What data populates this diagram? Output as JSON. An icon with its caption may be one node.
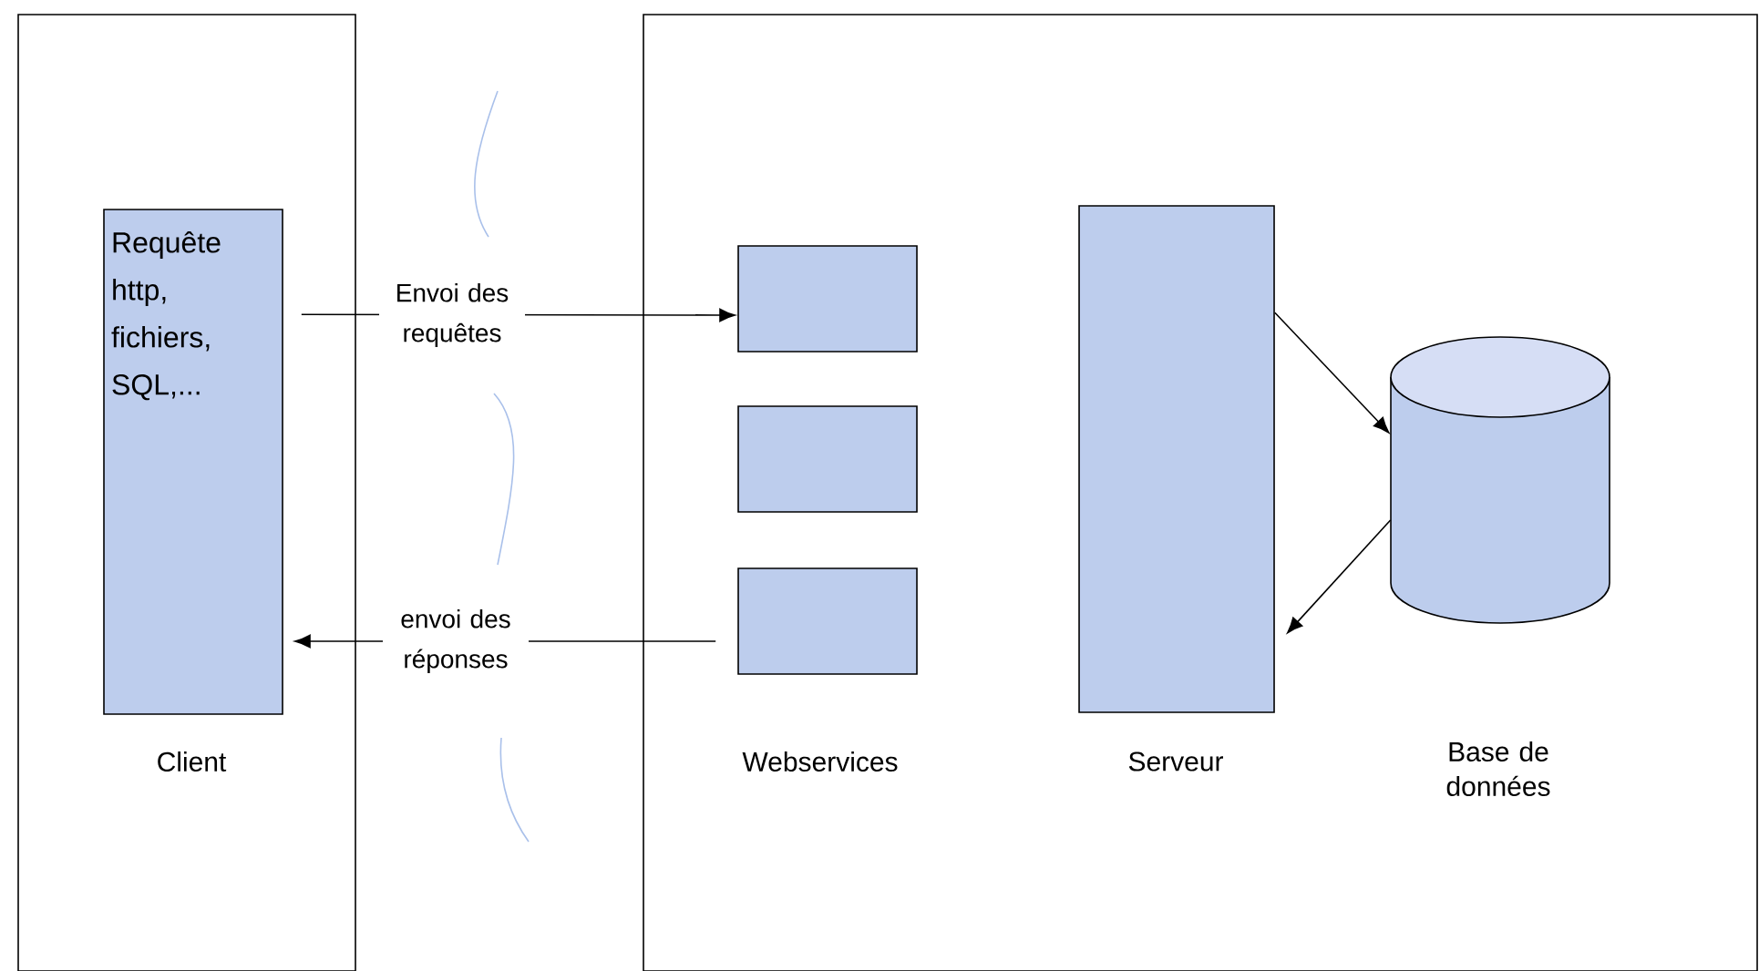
{
  "diagram": {
    "nodes": [
      {
        "text": [],
        "shape": "box"
      },
      {
        "text": [
          "Requête http, fichiers, SQL,..."
        ],
        "in": 0
      },
      {
        "text": [],
        "shape": "box"
      },
      {
        "text": [],
        "shape": "box",
        "in": 2
      },
      {
        "text": [],
        "shape": "box",
        "in": 2
      },
      {
        "text": [],
        "shape": "box",
        "in": 2
      },
      {
        "text": [],
        "shape": "box",
        "in": 2
      },
      {
        "text": [],
        "shape": "cylinder",
        "in": 2
      }
    ],
    "edges": [
      {
        "from": 1,
        "to": 3,
        "arrow": "to",
        "label": "Envoi des requêtes"
      },
      {
        "from": 5,
        "to": 1,
        "arrow": "to",
        "label": "envoi des réponses"
      },
      {
        "from": 6,
        "to": 7,
        "arrow": "to"
      },
      {
        "from": 7,
        "to": 6,
        "arrow": "to"
      }
    ],
    "labels": [
      "Client",
      "Webservices",
      "Serveur",
      "Base de données"
    ]
  }
}
